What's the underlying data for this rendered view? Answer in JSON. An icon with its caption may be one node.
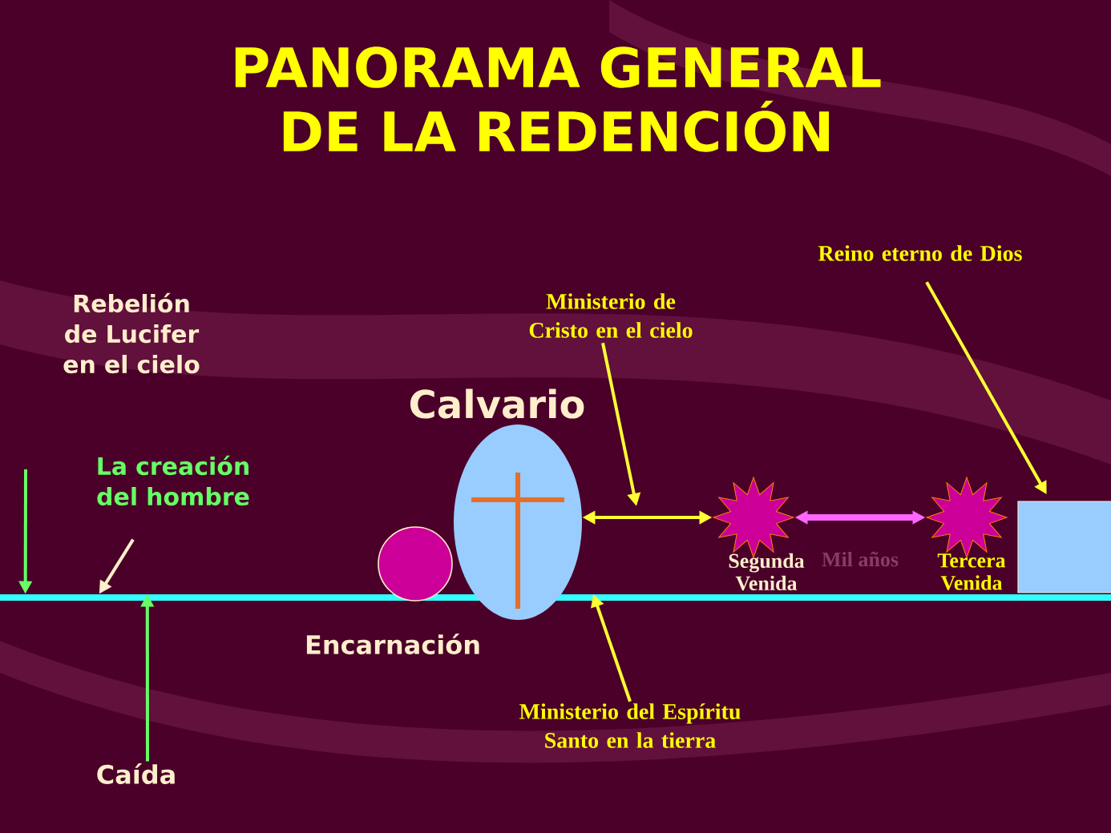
{
  "diagram": {
    "title": "PANORAMA GENERAL DE LA REDENCIÓN",
    "nodes": [
      {
        "text": [
          "Rebelión de Lucifer en el cielo"
        ]
      },
      {
        "text": [
          "La creación del hombre"
        ]
      },
      {
        "text": [
          "Caída"
        ]
      },
      {
        "text": [],
        "shape": "bar"
      },
      {
        "text": [
          "Encarnación"
        ]
      },
      {
        "text": [
          "Calvario"
        ]
      },
      {
        "text": [
          "Ministerio de Cristo en el cielo"
        ]
      },
      {
        "text": [
          "Segunda Venida"
        ]
      },
      {
        "text": [
          "Tercera Venida"
        ]
      },
      {
        "text": [
          "Reino eterno de Dios"
        ]
      },
      {
        "text": [],
        "shape": "box"
      },
      {
        "text": [
          "Ministerio del Espíritu Santo en la tierra"
        ]
      }
    ],
    "edges": [
      {
        "from": null,
        "to": 3,
        "arrow": "to",
        "color": "#66ff66"
      },
      {
        "from": 1,
        "to": 3,
        "arrow": "to",
        "color": "#ffeecc"
      },
      {
        "from": 2,
        "to": 3,
        "arrow": "to",
        "color": "#66ff66"
      },
      {
        "from": 6,
        "to": null,
        "arrow": "to"
      },
      {
        "from": 5,
        "to": 7,
        "arrow": "both"
      },
      {
        "from": 7,
        "to": 8,
        "arrow": "both",
        "label": "Mil años",
        "style": "thick",
        "color": "#ff66ff"
      },
      {
        "from": 9,
        "to": 10,
        "arrow": "to"
      },
      {
        "from": 11,
        "to": 3,
        "arrow": "to"
      }
    ]
  }
}
